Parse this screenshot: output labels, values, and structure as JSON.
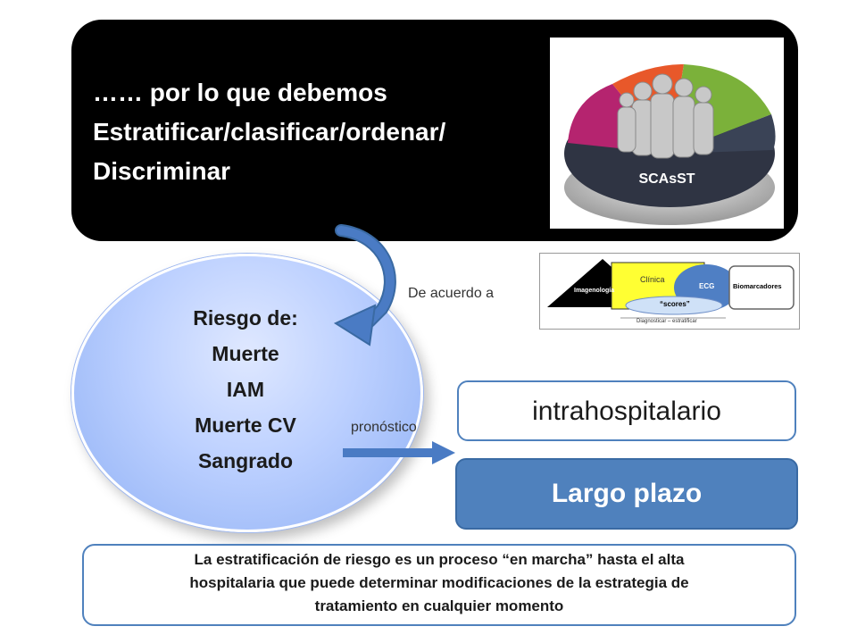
{
  "banner": {
    "line1": "…… por lo que debemos",
    "line2": "Estratificar/clasificar/ordenar/",
    "line3": "Discriminar"
  },
  "scasst": {
    "label": "SCAsST"
  },
  "risk": {
    "heading": "Riesgo  de:",
    "items": [
      "Muerte",
      "IAM",
      "Muerte CV",
      "Sangrado"
    ]
  },
  "labels": {
    "according": "De acuerdo a",
    "prognosis": "pronóstico"
  },
  "diagnostic": {
    "imaging": "Imagenología",
    "clinic": "Clínica",
    "ecg": "ECG",
    "biomarkers": "Biomarcadores",
    "scores": "“scores”",
    "caption": "Diagnosticar – estratificar"
  },
  "boxes": {
    "intra": "intrahospitalario",
    "long": "Largo plazo"
  },
  "note": {
    "line1": "La estratificación de  riesgo es un proceso “en marcha” hasta el alta",
    "line2": "hospitalaria que puede determinar modificaciones de la  estrategia de",
    "line3": "tratamiento en cualquier momento"
  },
  "colors": {
    "banner": "#000000",
    "accent": "#4f81bd",
    "arrow": "#4a7bc4"
  }
}
